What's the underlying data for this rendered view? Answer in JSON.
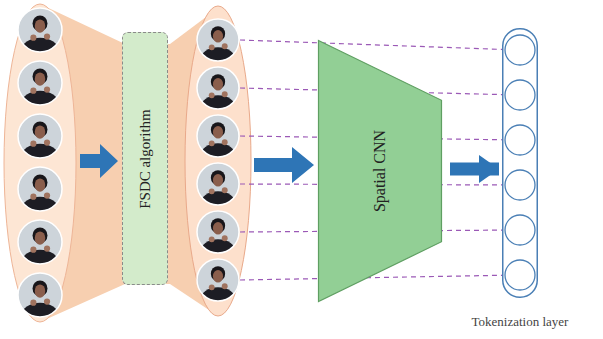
{
  "diagram": {
    "nodes": [
      {
        "text": [
          "FSDC algorithm"
        ]
      },
      {
        "text": [
          "Spatial CNN"
        ]
      },
      {
        "text": [
          "Tokenization layer"
        ]
      }
    ],
    "edges": [
      {
        "from": 1,
        "to": 2,
        "arrow": "to"
      }
    ]
  }
}
